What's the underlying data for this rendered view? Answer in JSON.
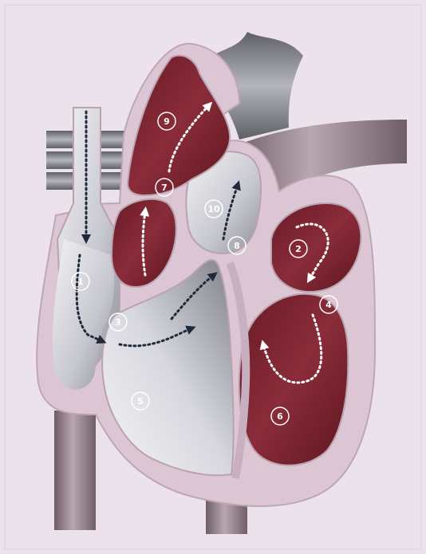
{
  "diagram": {
    "colors": {
      "background": "#ece2ec",
      "tissue": "#ddc6d4",
      "oxygenated": "#7e2330",
      "deoxygenated": "#c9c9cf",
      "vessel": "#948089",
      "path": "#ffffff",
      "path_dark": "#1e2a3a"
    },
    "labels": [
      {
        "id": "1",
        "text": "1"
      },
      {
        "id": "2",
        "text": "2"
      },
      {
        "id": "3",
        "text": "3"
      },
      {
        "id": "4",
        "text": "4"
      },
      {
        "id": "5",
        "text": "5"
      },
      {
        "id": "6",
        "text": "6"
      },
      {
        "id": "7",
        "text": "7"
      },
      {
        "id": "8",
        "text": "8"
      },
      {
        "id": "9",
        "text": "9"
      },
      {
        "id": "10",
        "text": "10"
      }
    ]
  }
}
